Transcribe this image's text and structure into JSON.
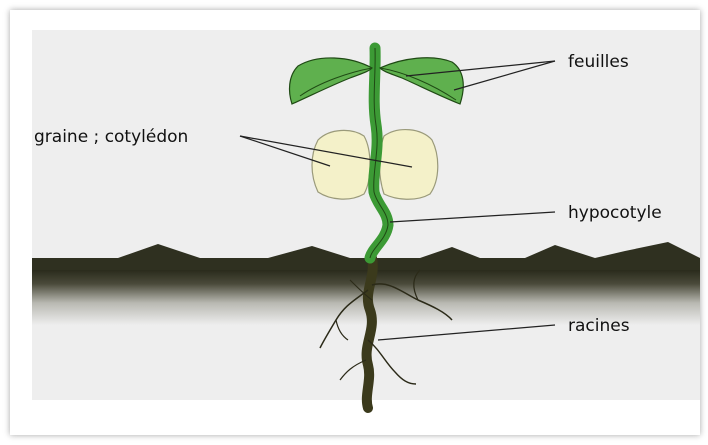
{
  "labels": {
    "leaves": "feuilles",
    "seed_cotyledon": "graine ; cotylédon",
    "hypocotyl": "hypocotyle",
    "roots": "racines"
  },
  "colors": {
    "panel": "#eeeeee",
    "soil": "#2f3020",
    "leaf": "#5fb04e",
    "leaf_outline": "#1f4a14",
    "stem": "#3c9a35",
    "root": "#3b3a1c",
    "cotyledon": "#f4f1c9"
  }
}
